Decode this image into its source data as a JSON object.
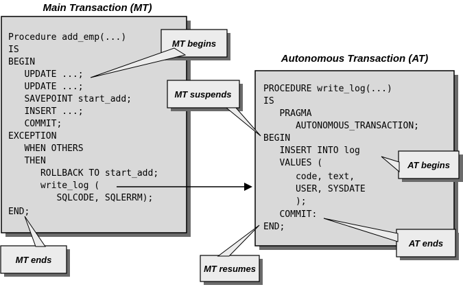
{
  "mt": {
    "title": "Main Transaction (MT)",
    "lines": [
      "Procedure add_emp(...)",
      "IS",
      "BEGIN",
      "   UPDATE ...;",
      "   UPDATE ...;",
      "   SAVEPOINT start_add;",
      "   INSERT ...;",
      "   COMMIT;",
      "EXCEPTION",
      "   WHEN OTHERS",
      "   THEN",
      "      ROLLBACK TO start_add;",
      "      write_log (",
      "         SQLCODE, SQLERRM);",
      "END;"
    ]
  },
  "at": {
    "title": "Autonomous Transaction (AT)",
    "lines": [
      "PROCEDURE write_log(...)",
      "IS",
      "   PRAGMA",
      "      AUTONOMOUS_TRANSACTION;",
      "BEGIN",
      "   INSERT INTO log",
      "   VALUES (",
      "      code, text,",
      "      USER, SYSDATE",
      "      );",
      "   COMMIT:",
      "END;"
    ]
  },
  "callouts": {
    "mt_begins": "MT begins",
    "mt_suspends": "MT suspends",
    "at_begins": "AT begins",
    "at_ends": "AT ends",
    "mt_ends": "MT ends",
    "mt_resumes": "MT resumes"
  }
}
